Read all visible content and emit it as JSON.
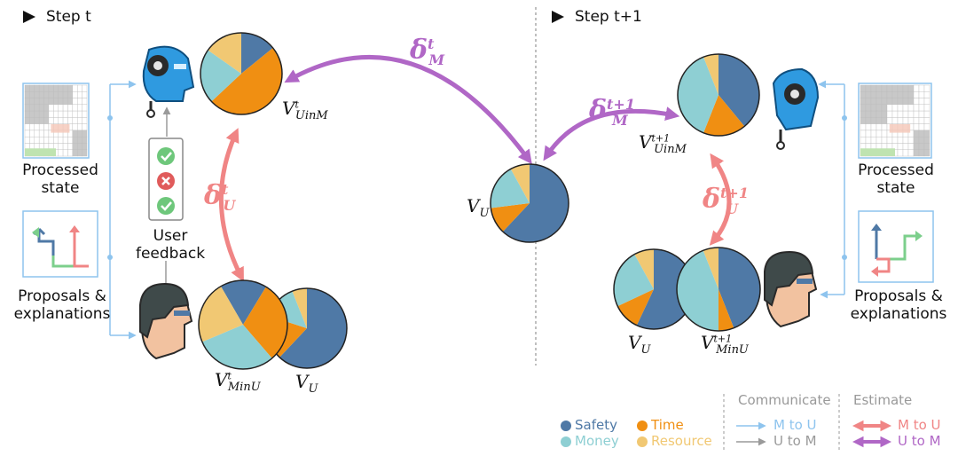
{
  "colors": {
    "safety": "#4f79a6",
    "time": "#f08f12",
    "money": "#8ecfd3",
    "resource": "#f1c873",
    "comm_m_to_u": "#8ec4ee",
    "comm_u_to_m": "#9a9a9a",
    "est_m_to_u": "#f08585",
    "est_u_to_m": "#b067c6"
  },
  "steps": {
    "left": "Step t",
    "right": "Step t+1"
  },
  "left_panel": {
    "state_label": "Processed state",
    "proposals_label": "Proposals & explanations",
    "feedback_label": "User feedback"
  },
  "right_panel": {
    "state_label": "Processed state",
    "proposals_label": "Proposals & explanations"
  },
  "labels": {
    "v_uinm_t": {
      "base": "V",
      "sup": "t",
      "sub": "UinM"
    },
    "v_minu_t": {
      "base": "V",
      "sup": "t",
      "sub": "MinU"
    },
    "v_u": {
      "base": "V",
      "sub": "U"
    },
    "v_uinm_t1": {
      "base": "V",
      "sup": "t+1",
      "sub": "UinM"
    },
    "v_minu_t1": {
      "base": "V",
      "sup": "t+1",
      "sub": "MinU"
    }
  },
  "deltas": {
    "delta_m_t": {
      "base": "δ",
      "sup": "t",
      "sub": "M"
    },
    "delta_u_t": {
      "base": "δ",
      "sup": "t",
      "sub": "U"
    },
    "delta_m_t1": {
      "base": "δ",
      "sup": "t+1",
      "sub": "M"
    },
    "delta_u_t1": {
      "base": "δ",
      "sup": "t+1",
      "sub": "U"
    }
  },
  "legend": {
    "categories": [
      "Safety",
      "Time",
      "Money",
      "Resource"
    ],
    "communicate": {
      "title": "Communicate",
      "m_to_u": "M to U",
      "u_to_m": "U to M"
    },
    "estimate": {
      "title": "Estimate",
      "m_to_u": "M to U",
      "u_to_m": "U to M"
    }
  },
  "chart_data": {
    "type": "pie",
    "pies": [
      {
        "id": "V_UinM_t",
        "values": {
          "safety": 13,
          "time": 45,
          "money": 20,
          "resource": 14
        }
      },
      {
        "id": "V_MinU_t",
        "values": {
          "safety": 17,
          "time": 30,
          "money": 30,
          "resource": 23
        }
      },
      {
        "id": "V_U_t",
        "values": {
          "safety": 62,
          "time": 18,
          "money": 14,
          "resource": 6
        }
      },
      {
        "id": "V_U_center",
        "values": {
          "safety": 62,
          "time": 11,
          "money": 19,
          "resource": 8
        }
      },
      {
        "id": "V_UinM_t1",
        "values": {
          "safety": 39,
          "time": 17,
          "money": 38,
          "resource": 6
        }
      },
      {
        "id": "V_U_t1",
        "values": {
          "safety": 57,
          "time": 11,
          "money": 24,
          "resource": 8
        }
      },
      {
        "id": "V_MinU_t1",
        "values": {
          "safety": 44,
          "time": 6,
          "money": 44,
          "resource": 6
        }
      }
    ]
  }
}
